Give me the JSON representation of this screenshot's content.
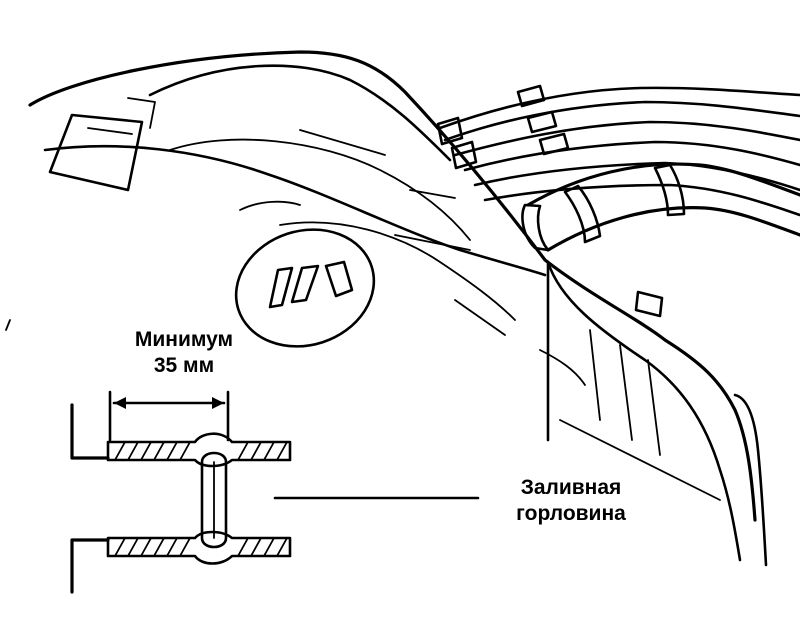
{
  "diagram": {
    "dimension_label": {
      "line1": "Минимум",
      "line2": "35 мм"
    },
    "filler_label": {
      "line1": "Заливная",
      "line2": "горловина"
    }
  }
}
